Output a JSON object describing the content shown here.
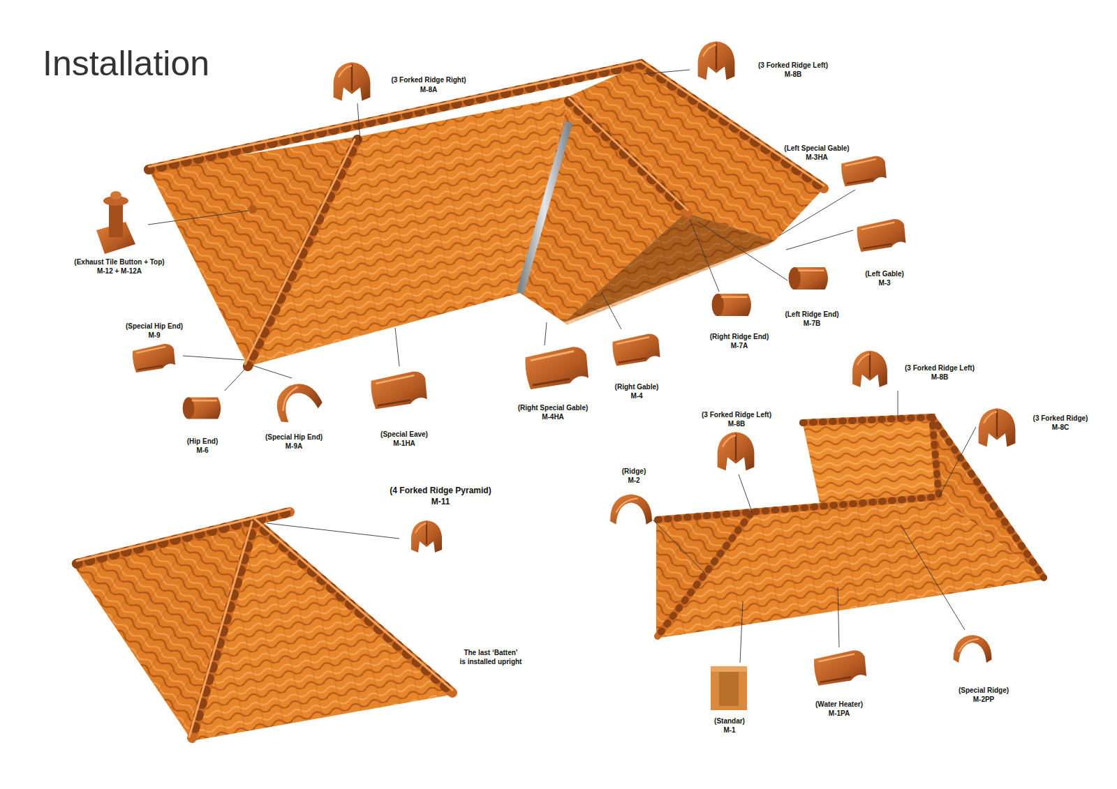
{
  "diagram": {
    "title": "Installation",
    "labels": [
      "(3 Forked Ridge Right)",
      "M-8A",
      "(3 Forked Ridge Left)",
      "M-8B",
      "(Left Special Gable)",
      "M-3HA",
      "(Exhaust Tile Button + Top)",
      "M-12 + M-12A",
      "(Left Gable)",
      "M-3",
      "(Left Ridge End)",
      "M-7B",
      "(Right Ridge End)",
      "M-7A",
      "(Special Hip End)",
      "M-9",
      "(Right Gable)",
      "M-4",
      "(Right Special Gable)",
      "M-4HA",
      "(Hip End)",
      "M-6",
      "(Special Hip End)",
      "M-9A",
      "(Special Eave)",
      "M-1HA",
      "(3 Forked Ridge Left)",
      "M-8B",
      "(3 Forked Ridge)",
      "M-8C",
      "(3 Forked Ridge Left)",
      "M-8B",
      "(Ridge)",
      "M-2",
      "(4 Forked Ridge Pyramid)",
      "M-11",
      "The last ‘Batten’",
      "is installed upright",
      "(Standar)",
      "M-1",
      "(Water Heater)",
      "M-1PA",
      "(Special Ridge)",
      "M-2PP"
    ]
  }
}
